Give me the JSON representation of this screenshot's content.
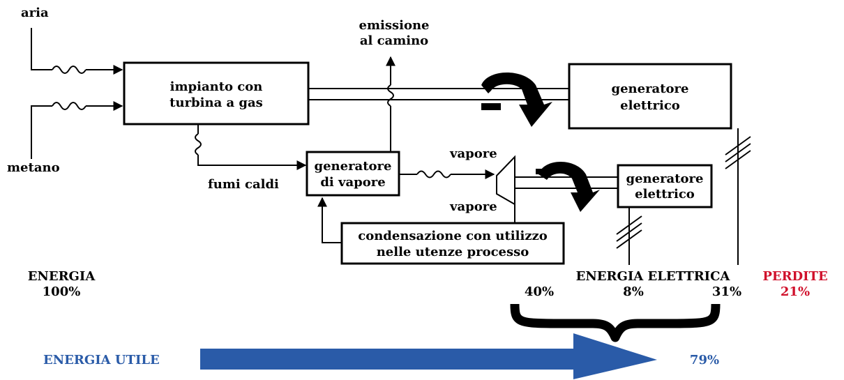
{
  "inputs": {
    "air": "aria",
    "methane": "metano"
  },
  "blocks": {
    "gas_turbine": [
      "impianto con",
      "turbina a gas"
    ],
    "generator_main": [
      "generatore",
      "elettrico"
    ],
    "steam_generator": [
      "generatore",
      "di vapore"
    ],
    "generator_small": [
      "generatore",
      "elettrico"
    ],
    "condensation": [
      "condensazione con utilizzo",
      "nelle utenze processo"
    ]
  },
  "flows": {
    "emission": [
      "emissione",
      "al camino"
    ],
    "hot_fumes": "fumi caldi",
    "steam_in": "vapore",
    "steam_out": "vapore"
  },
  "energy": {
    "input_label": "ENERGIA",
    "input_value": "100%",
    "electric_label": "ENERGIA ELETTRICA",
    "losses_label": "PERDITE",
    "losses_value": "21%",
    "values": [
      "40%",
      "8%",
      "31%"
    ],
    "useful_label": "ENERGIA UTILE",
    "useful_value": "79%"
  },
  "colors": {
    "losses": "#d0102b",
    "useful": "#2a5ba8",
    "lines": "#000000"
  }
}
